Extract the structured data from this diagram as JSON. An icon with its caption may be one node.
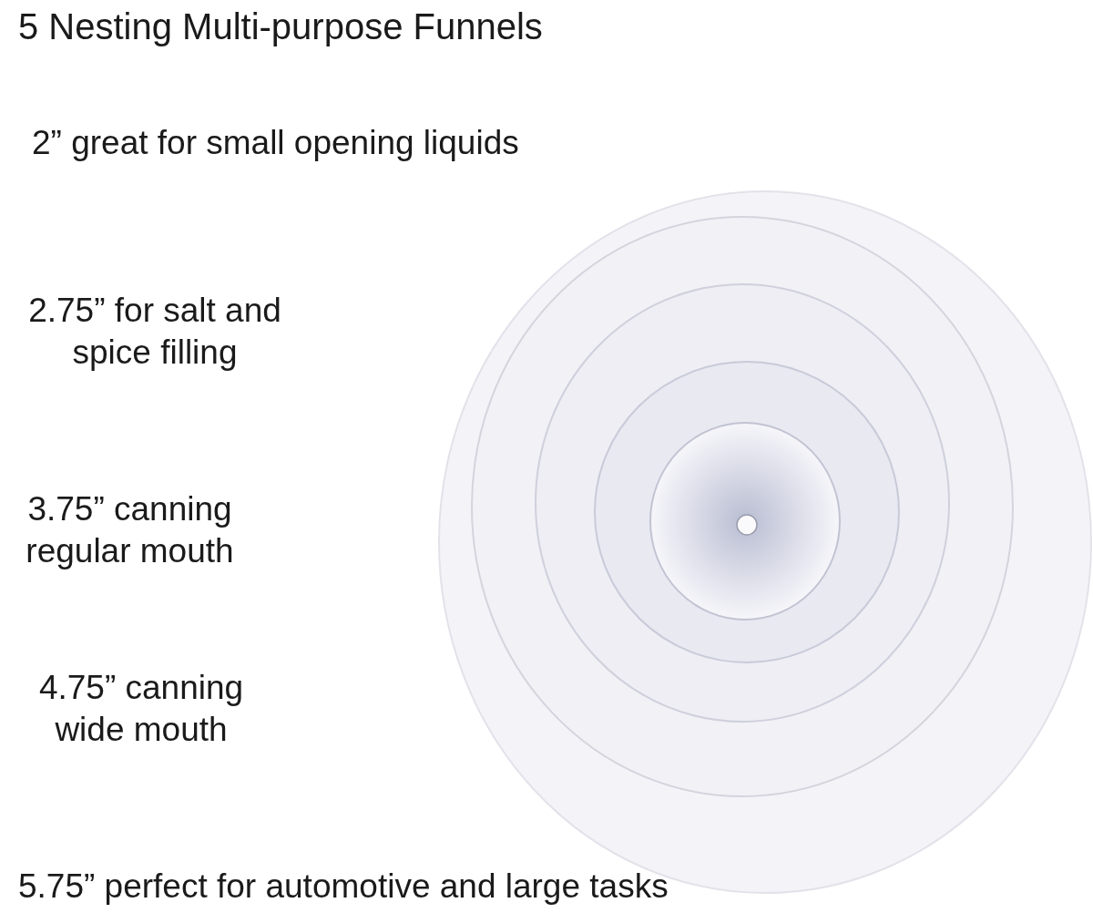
{
  "diagram": {
    "title": "5 Nesting Multi-purpose Funnels",
    "labels": [
      "2” great for small opening liquids",
      "2.75” for salt and spice filling",
      "3.75” canning regular mouth",
      "4.75” canning wide mouth",
      "5.75” perfect for automotive and large tasks"
    ]
  }
}
